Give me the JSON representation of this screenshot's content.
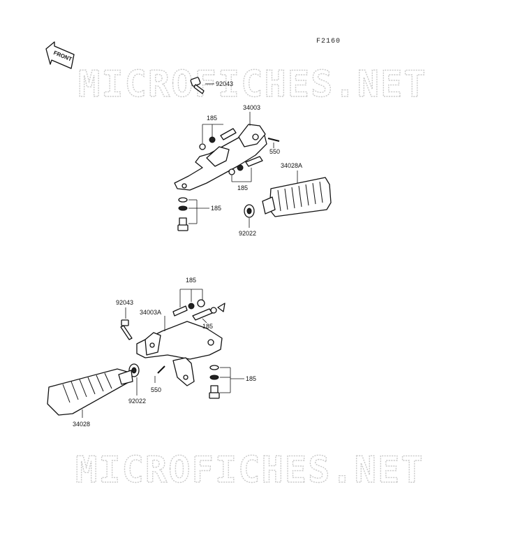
{
  "diagram": {
    "figure_code": "F2160",
    "front_label": "FRONT",
    "watermark_top": "MICROFICHES.NET",
    "watermark_bottom": "MICROFICHES.NET",
    "labels": {
      "top_bolt_92043": "92043",
      "top_bracket_34003": "34003",
      "top_washer_185_a": "185",
      "top_pin_550": "550",
      "top_step_34028A": "34028A",
      "top_washer_185_b": "185",
      "top_washer_185_c": "185",
      "top_washer_92022": "92022",
      "bot_washer_185_a": "185",
      "bot_bolt_92043": "92043",
      "bot_bracket_34003A": "34003A",
      "bot_washer_185_b": "185",
      "bot_washer_185_c": "185",
      "bot_pin_550": "550",
      "bot_washer_92022": "92022",
      "bot_step_34028": "34028"
    }
  }
}
